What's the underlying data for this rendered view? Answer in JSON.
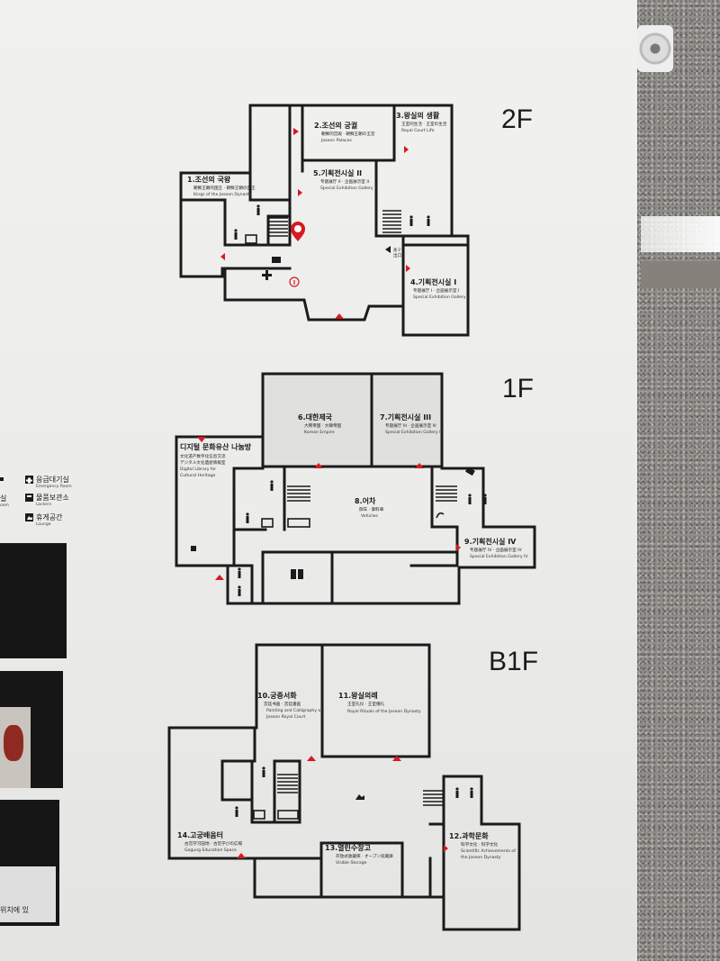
{
  "floors": [
    {
      "id": "2F",
      "label": "2F",
      "rooms": [
        {
          "num_ko": "1.조선의 국왕",
          "sub": "朝鮮王朝的国王 · 朝鮮王朝の国王",
          "en": "Kings of the Joseon Dynasty"
        },
        {
          "num_ko": "2.조선의 궁궐",
          "sub": "朝鮮的宫殿 · 朝鮮王朝の王宮",
          "en": "Joseon Palaces"
        },
        {
          "num_ko": "3.왕실의 생활",
          "sub": "王室的生活 · 王室の生活",
          "en": "Royal Court Life"
        },
        {
          "num_ko": "5.기획전시실 II",
          "sub": "专题展厅 II · 企画展示室 II",
          "en": "Special Exhibition Gallery II"
        },
        {
          "num_ko": "4.기획전시실 I",
          "sub": "专题展厅 I · 企画展示室 I",
          "en": "Special Exhibition Gallery I"
        }
      ],
      "small_label": "출구\n出口"
    },
    {
      "id": "1F",
      "label": "1F",
      "rooms": [
        {
          "num_ko": "6.대한제국",
          "sub": "大韩帝国 · 大韓帝国",
          "en": "Korean Empire"
        },
        {
          "num_ko": "7.기획전시실 III",
          "sub": "专题展厅 III · 企画展示室 III",
          "en": "Special Exhibition Gallery III"
        },
        {
          "num_ko": "디지털 문화유산 나눔방",
          "sub": "文化遗产数字化信息交流",
          "sub2": "デジタル文化遺産情報室",
          "en": "Digital Library for",
          "en2": "Cultural Heritage"
        },
        {
          "num_ko": "8.어차",
          "sub": "御车 · 御料車",
          "en": "Vehicles"
        },
        {
          "num_ko": "9.기획전시실 IV",
          "sub": "专题展厅 IV · 企画展示室 IV",
          "en": "Special Exhibition Gallery IV"
        }
      ]
    },
    {
      "id": "B1F",
      "label": "B1F",
      "rooms": [
        {
          "num_ko": "10.궁중서화",
          "sub": "宫廷书画 · 宮廷書画",
          "en": "Painting and Calligraphy of",
          "en2": "Joseon Royal Court"
        },
        {
          "num_ko": "11.왕실의례",
          "sub": "王室礼仪 · 王室儀礼",
          "en": "Royal Rituals of the Joseon Dynasty"
        },
        {
          "num_ko": "14.고궁배움터",
          "sub": "古宫学习园地 · 古宮学びの広場",
          "en": "Gogung Education Space"
        },
        {
          "num_ko": "13.열린수장고",
          "sub": "开放式收藏库 · オープン収蔵庫",
          "en": "Visible Storage"
        },
        {
          "num_ko": "12.과학문화",
          "sub": "科学文化 · 科学文化",
          "en": "Scientific Achievements of",
          "en2": "the Joseon Dynasty"
        }
      ]
    }
  ],
  "legend": [
    {
      "ko": "응급대기실",
      "en": "Emergency Room",
      "icon": "first-aid-icon"
    },
    {
      "ko": "물품보관소",
      "en": "Lockers",
      "icon": "locker-icon"
    },
    {
      "ko": "휴게공간",
      "en": "Lounge",
      "icon": "lounge-icon"
    }
  ],
  "legend_partial": [
    {
      "ko": "실",
      "en": ""
    },
    {
      "ko": "",
      "en": "oom"
    }
  ],
  "bottom_partial": "위치에 있",
  "colors": {
    "accent": "#d71920",
    "wall": "#1b1b1b",
    "room_fill": "#e0e1dc",
    "board": "#ececea"
  }
}
